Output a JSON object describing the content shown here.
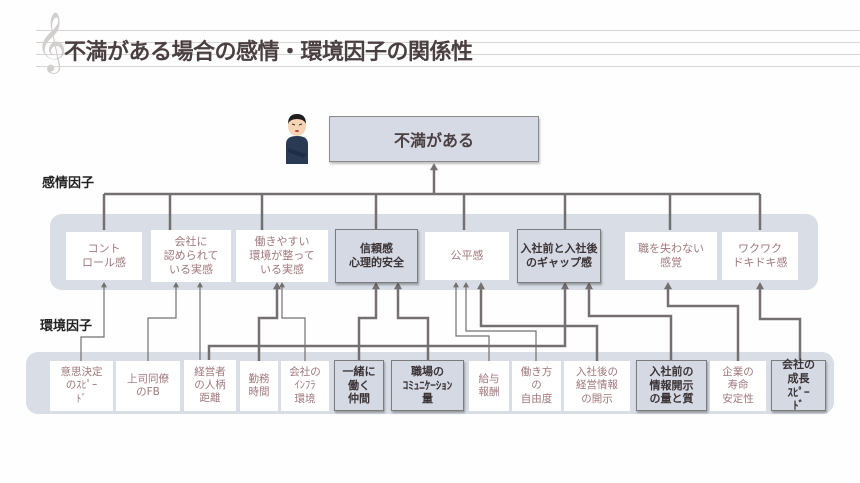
{
  "title": "不満がある場合の感情・環境因子の関係性",
  "icons": {
    "clef": "treble-clef-icon",
    "avatar": "frustrated-man-icon"
  },
  "top_node": "不満がある",
  "labels": {
    "emotion": "感情因子",
    "environment": "環境因子"
  },
  "emotion_factors": [
    {
      "id": "e1",
      "label": "コント\nロール感",
      "emphasis": false
    },
    {
      "id": "e2",
      "label": "会社に\n認められて\nいる実感",
      "emphasis": false
    },
    {
      "id": "e3",
      "label": "働きやすい\n環境が整って\nいる実感",
      "emphasis": false
    },
    {
      "id": "e4",
      "label": "信頼感\n心理的安全",
      "emphasis": true
    },
    {
      "id": "e5",
      "label": "公平感",
      "emphasis": false
    },
    {
      "id": "e6",
      "label": "入社前と入社後\nのギャップ感",
      "emphasis": true
    },
    {
      "id": "e7",
      "label": "職を失わない\n感覚",
      "emphasis": false
    },
    {
      "id": "e8",
      "label": "ワクワク\nドキドキ感",
      "emphasis": false
    }
  ],
  "environment_factors": [
    {
      "id": "v1",
      "label": "意思決定\nのｽﾋﾟｰ\nﾄﾞ",
      "emphasis": false
    },
    {
      "id": "v2",
      "label": "上司同僚\nのFB",
      "emphasis": false
    },
    {
      "id": "v3",
      "label": "経営者\nの人柄\n距離",
      "emphasis": false
    },
    {
      "id": "v4",
      "label": "勤務\n時間",
      "emphasis": false
    },
    {
      "id": "v5",
      "label": "会社の\nｲﾝﾌﾗ\n環境",
      "emphasis": false
    },
    {
      "id": "v6",
      "label": "一緒に\n働く\n仲間",
      "emphasis": true
    },
    {
      "id": "v7",
      "label": "職場の\nｺﾐｭﾆｹｰｼｮﾝ\n量",
      "emphasis": true
    },
    {
      "id": "v8",
      "label": "給与\n報酬",
      "emphasis": false
    },
    {
      "id": "v9",
      "label": "働き方\nの\n自由度",
      "emphasis": false
    },
    {
      "id": "v10",
      "label": "入社後の\n経営情報\nの開示",
      "emphasis": false
    },
    {
      "id": "v11",
      "label": "入社前の\n情報開示\nの量と質",
      "emphasis": true
    },
    {
      "id": "v12",
      "label": "企業の\n寿命\n安定性",
      "emphasis": false
    },
    {
      "id": "v13",
      "label": "会社の\n成長\nｽﾋﾟｰ\nﾄﾞ",
      "emphasis": true
    }
  ],
  "relations": [
    {
      "from": "v1",
      "to": "e1",
      "strong": false
    },
    {
      "from": "v2",
      "to": "e2",
      "strong": false
    },
    {
      "from": "v3",
      "to": "e2",
      "strong": false
    },
    {
      "from": "v4",
      "to": "e3",
      "strong": true
    },
    {
      "from": "v5",
      "to": "e3",
      "strong": false
    },
    {
      "from": "v3",
      "to": "e4",
      "strong": true
    },
    {
      "from": "v6",
      "to": "e4",
      "strong": true
    },
    {
      "from": "v7",
      "to": "e4",
      "strong": true
    },
    {
      "from": "v8",
      "to": "e5",
      "strong": false
    },
    {
      "from": "v9",
      "to": "e5",
      "strong": false
    },
    {
      "from": "v10",
      "to": "e5",
      "strong": true
    },
    {
      "from": "v3",
      "to": "e6",
      "strong": true
    },
    {
      "from": "v11",
      "to": "e6",
      "strong": true
    },
    {
      "from": "v12",
      "to": "e7",
      "strong": true
    },
    {
      "from": "v13",
      "to": "e8",
      "strong": true
    }
  ]
}
